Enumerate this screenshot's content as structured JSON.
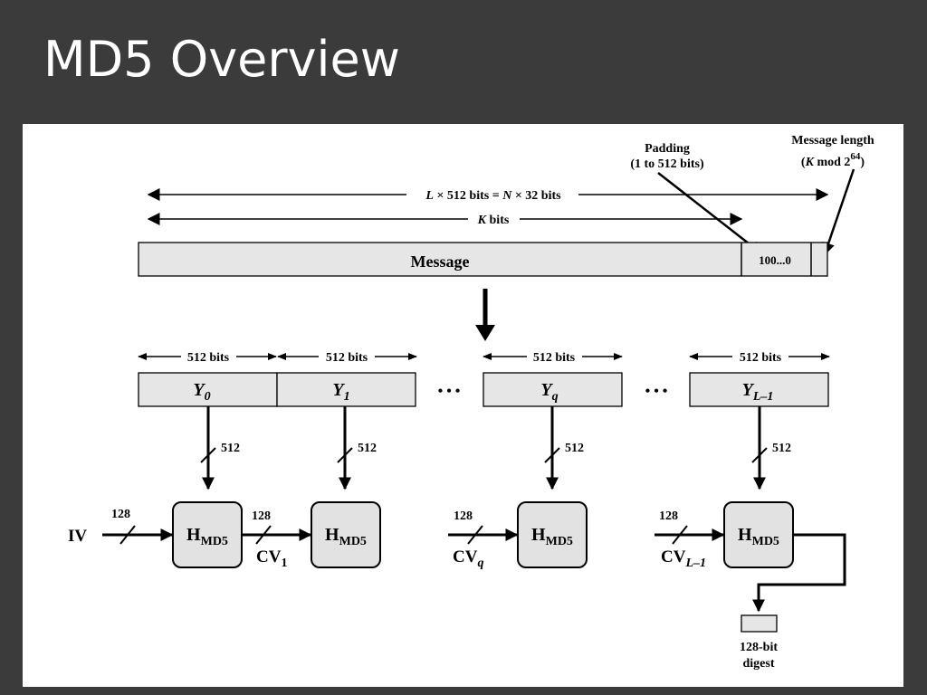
{
  "slide": {
    "title": "MD5 Overview"
  },
  "figure": {
    "padding_label": {
      "line1": "Padding",
      "line2": "(1 to 512 bits)"
    },
    "msglen_label": {
      "line1": "Message length",
      "line2_pre": "(",
      "line2_K": "K",
      "line2_mid": " mod 2",
      "line2_exp": "64",
      "line2_post": ")"
    },
    "total_bits": {
      "L": "L",
      "a": " × 512 bits = ",
      "N": "N",
      "b": " × 32 bits"
    },
    "k_bits": {
      "K": "K",
      "rest": " bits"
    },
    "message": "Message",
    "padding_value": "100...0",
    "block_width": "512 bits",
    "blocks": [
      {
        "sym": "Y",
        "sub": "0"
      },
      {
        "sym": "Y",
        "sub": "1"
      },
      {
        "sym": "Y",
        "sub": "q"
      },
      {
        "sym": "Y",
        "sub": "L–1"
      }
    ],
    "ellipsis": "• • •",
    "bus_512": "512",
    "bus_128": "128",
    "h_main": "H",
    "h_sub": "MD5",
    "iv": "IV",
    "cv": [
      {
        "sym": "CV",
        "sub": "1"
      },
      {
        "sym": "CV",
        "sub": "q"
      },
      {
        "sym": "CV",
        "sub": "L–1"
      }
    ],
    "digest": {
      "line1": "128-bit",
      "line2": "digest"
    }
  }
}
